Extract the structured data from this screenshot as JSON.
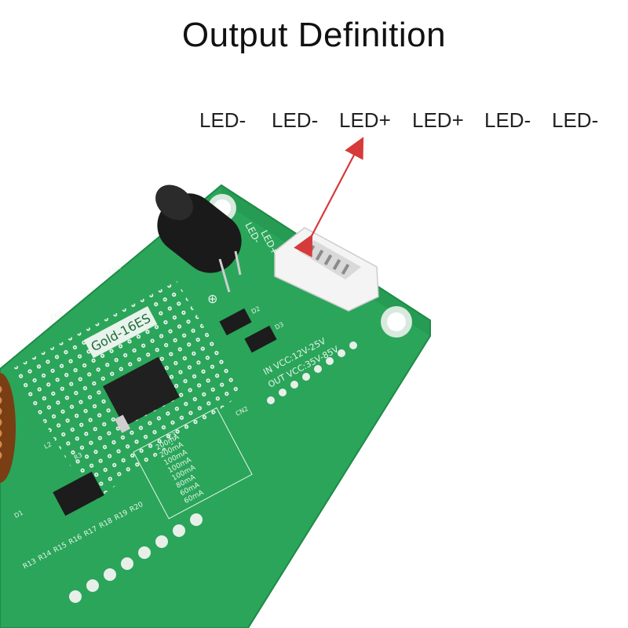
{
  "title": "Output Definition",
  "pins": [
    "LED-",
    "LED-",
    "LED+",
    "LED+",
    "LED-",
    "LED-"
  ],
  "board": {
    "model_label": "Gold-16ES",
    "vcc_in": "IN VCC:12V-25V",
    "vcc_out": "OUT VCC:35V-85V",
    "connector_led_minus": "LED-",
    "connector_led_plus": "LED+",
    "plus_mark": "⊕",
    "current_settings": [
      "200mA",
      "200mA",
      "100mA",
      "100mA",
      "100mA",
      "80mA",
      "60mA",
      "60mA"
    ],
    "resistor_labels": [
      "R13",
      "R14",
      "R15",
      "R16",
      "R17",
      "R18",
      "R19",
      "R20"
    ],
    "misc_labels": [
      "CN5",
      "CN4",
      "D2",
      "D3",
      "CN2",
      "L2",
      "R3",
      "C3",
      "D1"
    ]
  },
  "colors": {
    "pcb_green": "#2aa55a",
    "pcb_dark": "#1f8a47",
    "silk": "#e6f5ea",
    "arrow": "#d63a3a",
    "connector": "#f4f4f4",
    "capacitor": "#1a1a1a",
    "coil": "#b5652a"
  }
}
